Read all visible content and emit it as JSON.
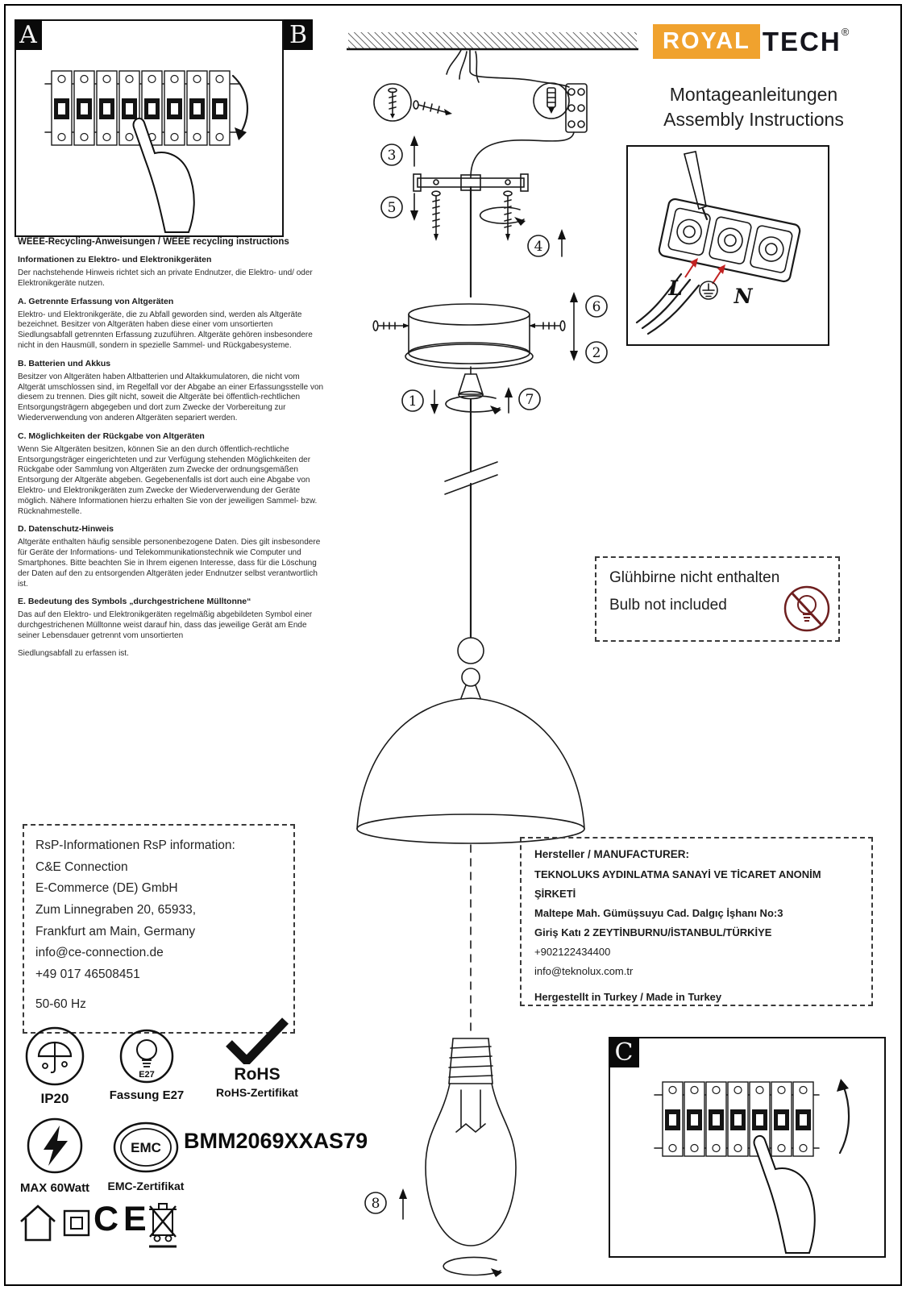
{
  "brand": {
    "royal": "ROYAL",
    "tech": "TECH",
    "reg": "®"
  },
  "header": {
    "title_de": "Montageanleitungen",
    "title_en": "Assembly Instructions"
  },
  "panel_labels": {
    "a": "A",
    "b": "B",
    "c": "C"
  },
  "steps": {
    "n1": "1",
    "n2": "2",
    "n3": "3",
    "n4": "4",
    "n5": "5",
    "n6": "6",
    "n7": "7",
    "n8": "8"
  },
  "wiring": {
    "l": "L",
    "n": "N"
  },
  "weee": {
    "title": "WEEE-Recycling-Anweisungen / WEEE recycling instructions",
    "sections": [
      {
        "heading": "Informationen zu Elektro- und Elektronikgeräten",
        "body": "Der nachstehende Hinweis richtet sich an private Endnutzer, die Elektro- und/ oder Elektronikgeräte nutzen."
      },
      {
        "heading": "A. Getrennte Erfassung von Altgeräten",
        "body": "Elektro- und Elektronikgeräte, die zu Abfall geworden sind, werden als Altgeräte bezeichnet. Besitzer von Altgeräten haben diese einer vom unsortierten Siedlungsabfall getrennten Erfassung zuzuführen. Altgeräte gehören insbesondere nicht in den Hausmüll, sondern in spezielle Sammel- und Rückgabesysteme."
      },
      {
        "heading": "B. Batterien und Akkus",
        "body": "Besitzer von Altgeräten haben Altbatterien und Altakkumulatoren, die nicht vom Altgerät umschlossen sind, im Regelfall vor der Abgabe an einer Erfassungsstelle von diesem zu trennen. Dies gilt nicht, soweit die Altgeräte bei öffentlich-rechtlichen Entsorgungsträgern abgegeben und dort zum Zwecke der Vorbereitung zur Wiederverwendung von anderen Altgeräten separiert werden."
      },
      {
        "heading": "C. Möglichkeiten der Rückgabe von Altgeräten",
        "body": "Wenn Sie Altgeräten besitzen, können Sie an den durch öffentlich-rechtliche Entsorgungsträger eingerichteten und zur Verfügung stehenden Möglichkeiten der Rückgabe oder Sammlung von Altgeräten zum Zwecke der ordnungsgemäßen Entsorgung der Altgeräte abgeben. Gegebenenfalls ist dort auch eine Abgabe von Elektro- und Elektronikgeräten zum Zwecke der Wiederverwendung der Geräte möglich. Nähere Informationen hierzu erhalten Sie von der jeweiligen Sammel- bzw. Rücknahmestelle."
      },
      {
        "heading": "D. Datenschutz-Hinweis",
        "body": "Altgeräte enthalten häufig sensible personenbezogene Daten. Dies gilt insbesondere für Geräte der Informations- und Telekommunikationstechnik wie Computer und Smartphones. Bitte beachten Sie in Ihrem eigenen Interesse, dass für die Löschung der Daten auf den zu entsorgenden Altgeräten jeder Endnutzer selbst verantwortlich ist."
      },
      {
        "heading": "E. Bedeutung des Symbols „durchgestrichene Mülltonne“",
        "body": "Das auf den Elektro- und Elektronikgeräten regelmäßig abgebildeten Symbol einer durchgestrichenen Mülltonne weist darauf hin, dass das jeweilige Gerät am Ende seiner Lebensdauer getrennt vom unsortierten",
        "body2": "Siedlungsabfall zu erfassen ist."
      }
    ]
  },
  "bulb_note": {
    "line1": "Glühbirne nicht enthalten",
    "line2": "Bulb not included"
  },
  "rsp": {
    "title": "RsP-Informationen RsP information:",
    "lines": [
      "C&E Connection",
      "E-Commerce (DE) GmbH",
      "Zum Linnegraben 20, 65933,",
      "Frankfurt am Main, Germany",
      "info@ce-connection.de",
      "+49 017 46508451"
    ],
    "hz": "50-60 Hz"
  },
  "manufacturer": {
    "title": "Hersteller / MANUFACTURER:",
    "lines": [
      "TEKNOLUKS AYDINLATMA SANAYİ VE TİCARET ANONİM ŞİRKETİ",
      "Maltepe Mah. Gümüşsuyu Cad. Dalgıç İşhanı No:3",
      "Giriş Katı 2 ZEYTİNBURNU/İSTANBUL/TÜRKİYE",
      "+902122434400",
      "info@teknolux.com.tr"
    ],
    "footer": "Hergestellt in Turkey / Made in Turkey"
  },
  "certs": {
    "ip20": "IP20",
    "fassung": "Fassung E27",
    "e27": "E27",
    "rohs": "RoHS",
    "rohs_cert": "RoHS-Zertifikat",
    "max_watt": "MAX 60Watt",
    "emc": "EMC",
    "emc_cert": "EMC-Zertifikat",
    "ce": "CE"
  },
  "model": "BMM2069XXAS79",
  "colors": {
    "brand_orange": "#F0A22E",
    "no_bulb_red": "#6e1f1f",
    "arrow_red": "#c22222"
  }
}
